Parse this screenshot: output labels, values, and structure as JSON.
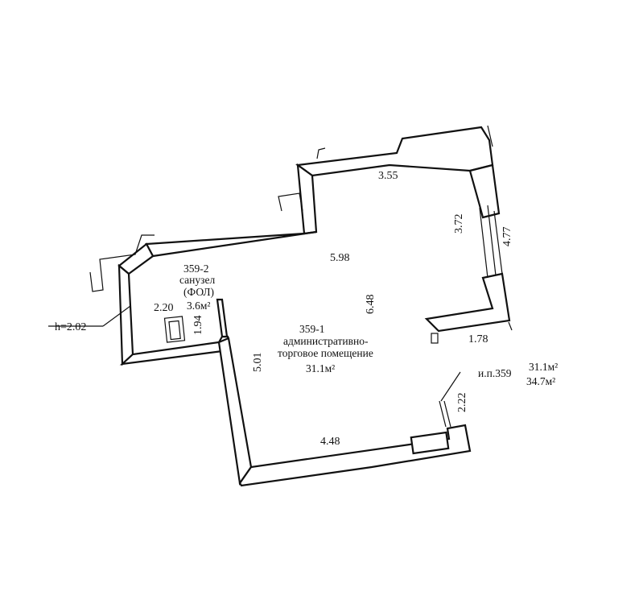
{
  "dimensions": {
    "top_wall": "3.55",
    "right_window": "3.72",
    "right_outer": "4.77",
    "room_width": "5.98",
    "room_depth": "6.48",
    "bath_width": "2.20",
    "bath_depth": "1.94",
    "left_wall_lower": "5.01",
    "bottom_wall": "4.48",
    "right_recess": "1.78",
    "entry": "2.22",
    "ceiling_height": "h=2.02"
  },
  "rooms": {
    "sanuzel": {
      "number": "359-2",
      "name": "санузел",
      "note": "(ФОЛ)",
      "area": "3.6м²"
    },
    "main": {
      "number": "359-1",
      "name_line1": "административно-",
      "name_line2": "торговое помещение",
      "area": "31.1м²"
    }
  },
  "summary": {
    "label": "и.п.359",
    "area_main": "31.1м²",
    "area_total": "34.7м²"
  }
}
